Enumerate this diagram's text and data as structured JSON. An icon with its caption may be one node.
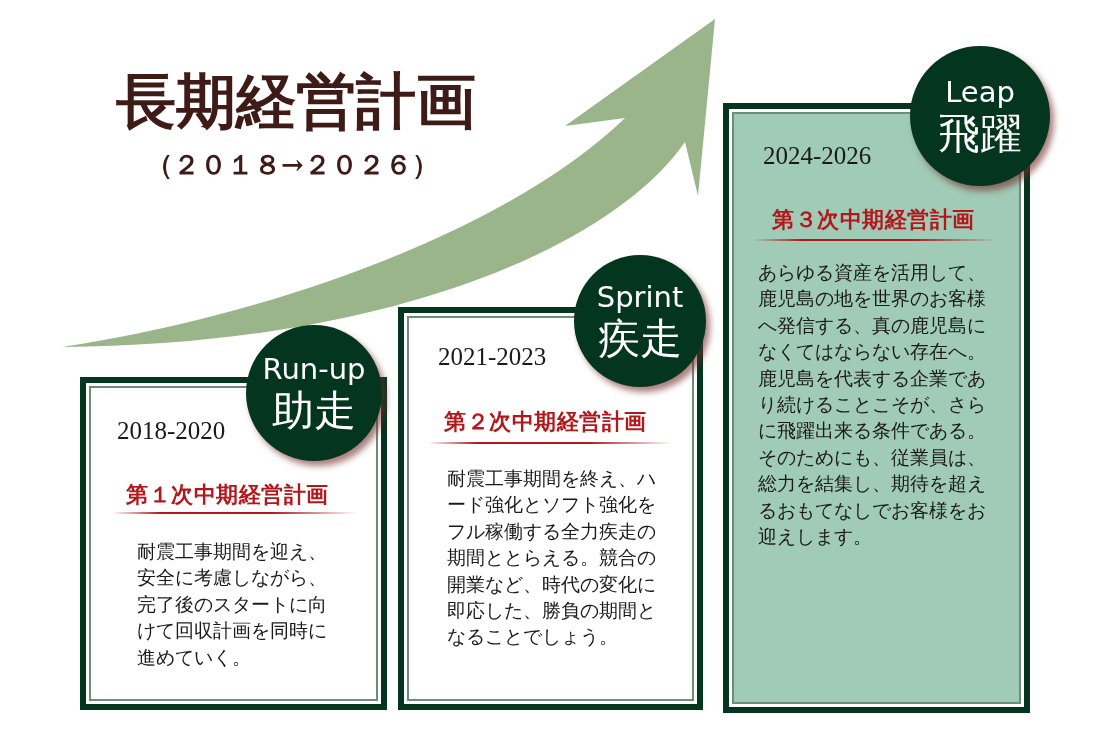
{
  "diagram": {
    "title": "長期経営計画",
    "nodes": [
      {
        "text": [
          "2018-2020",
          "第１次中期経営計画",
          "耐震工事期間を迎え、安全に考慮しながら、完了後のスタートに向けて回収計画を同時に進めていく。"
        ]
      },
      {
        "text": [
          "Run-up",
          "助走"
        ]
      },
      {
        "text": [
          "2021-2023",
          "第２次中期経営計画",
          "耐震工事期間を終え、ハード強化とソフト強化をフル稼働する全力疾走の期間ととらえる。競合の開業など、時代の変化に即応した、勝負の期間となることでしょう。"
        ]
      },
      {
        "text": [
          "Sprint",
          "疾走"
        ]
      },
      {
        "text": [
          "2024-2026",
          "第３次中期経営計画",
          "あらゆる資産を活用して、鹿児島の地を世界のお客様へ発信する、真の鹿児島になくてはならない存在へ。鹿児島を代表する企業であり続けることこそが、さらに飛躍出来る条件である。そのためにも、従業員は、総力を結集し、期待を超えるおもてなしでお客様をお迎えします。"
        ]
      },
      {
        "text": [
          "Leap",
          "飛躍"
        ]
      }
    ],
    "labels": [
      "（２０１８→２０２６）"
    ]
  }
}
